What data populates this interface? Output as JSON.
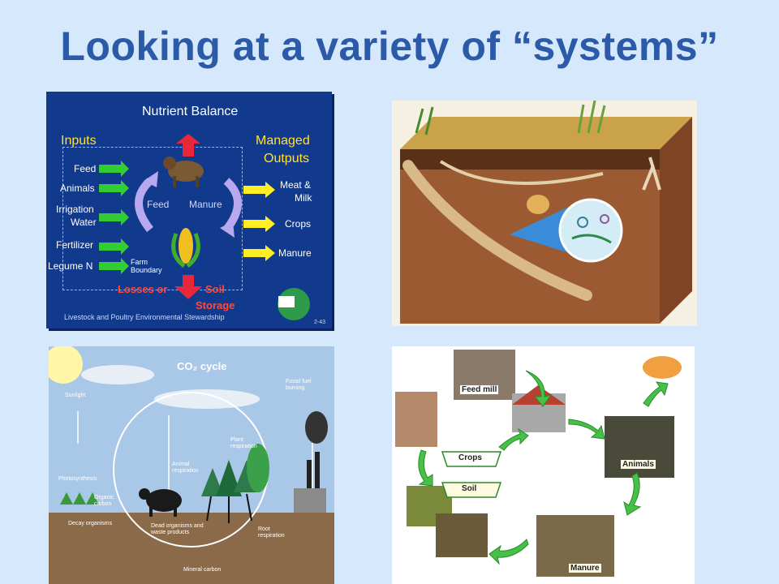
{
  "title": "Looking at a variety of “systems”",
  "nutrient_balance": {
    "heading": "Nutrient Balance",
    "inputs_title": "Inputs",
    "inputs": [
      "Feed",
      "Animals",
      "Irrigation",
      "Water",
      "Fertilizer",
      "Legume N"
    ],
    "outputs_title_1": "Managed",
    "outputs_title_2": "Outputs",
    "outputs": [
      "Meat &",
      "Milk",
      "Crops",
      "Manure"
    ],
    "cycle_feed": "Feed",
    "cycle_manure": "Manure",
    "farm_boundary_1": "Farm",
    "farm_boundary_2": "Boundary",
    "losses_1": "Losses or",
    "losses_2": "Soil",
    "losses_3": "Storage",
    "footer": "Livestock and Poultry Environmental Stewardship",
    "page_ref": "2-43"
  },
  "co2_cycle": {
    "title": "CO₂ cycle",
    "labels": [
      "Sunlight",
      "Photosynthesis",
      "Organic carbon",
      "Decay organisms",
      "Animal respiration",
      "Plant respiration",
      "Fossil fuel burning",
      "Dead organisms and waste products",
      "Root respiration",
      "Mineral carbon"
    ]
  },
  "farm_cycle": {
    "feed_mill": "Feed mill",
    "crops": "Crops",
    "soil": "Soil",
    "animals": "Animals",
    "manure": "Manure"
  }
}
